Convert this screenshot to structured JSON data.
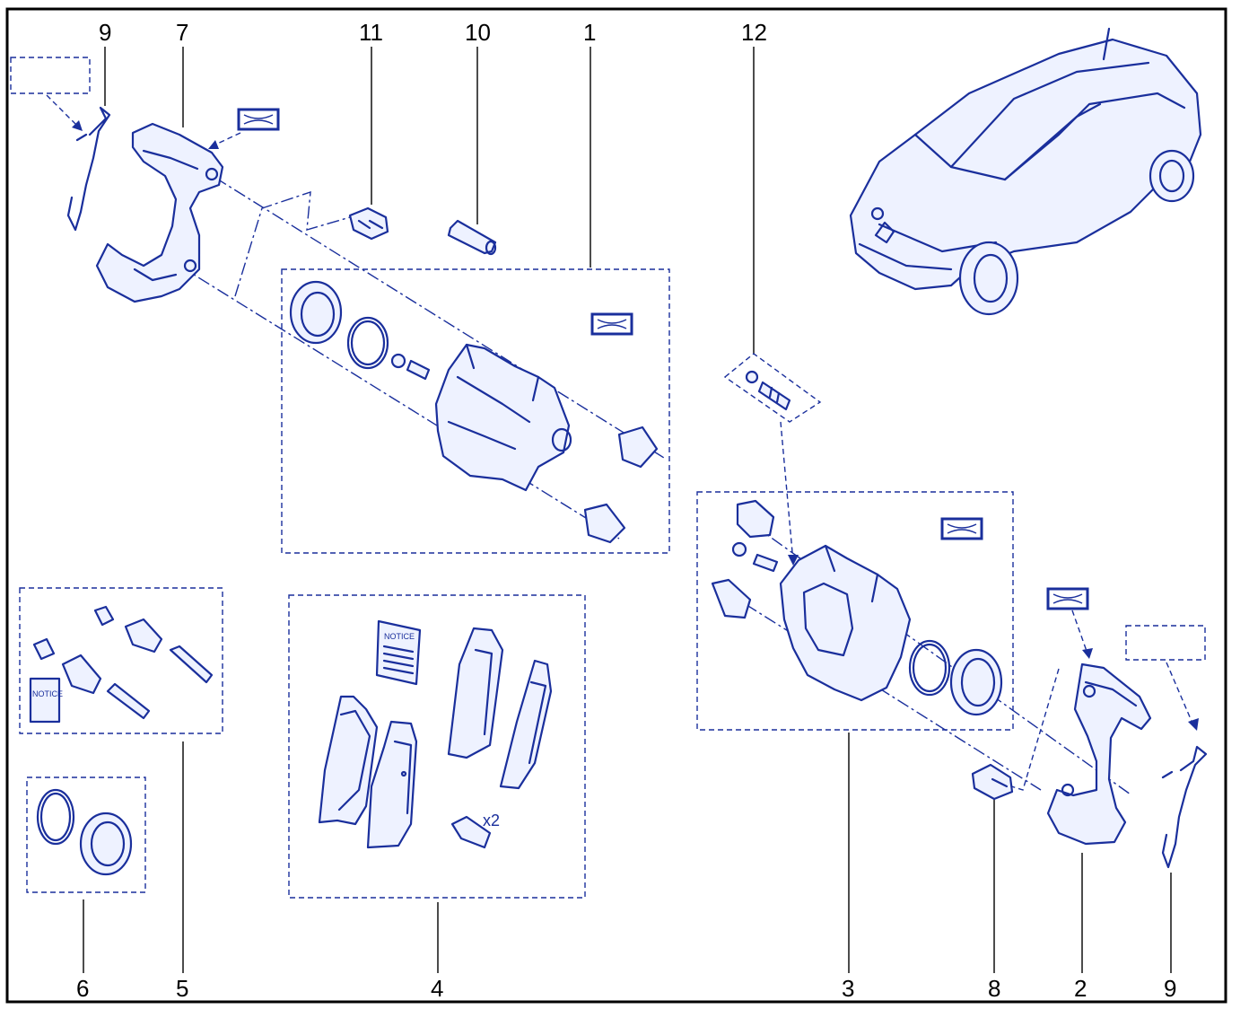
{
  "diagram": {
    "callouts": {
      "c1": "1",
      "c2": "2",
      "c3": "3",
      "c4": "4",
      "c5": "5",
      "c6": "6",
      "c7": "7",
      "c8": "8",
      "c9a": "9",
      "c9b": "9",
      "c10": "10",
      "c11": "11",
      "c12": "12"
    },
    "notice_booklet_left": "NOTICE",
    "notice_booklet_pads": "NOTICE",
    "bolt_quantity": "x2",
    "colors": {
      "line": "#1a2f9c",
      "border": "#000000",
      "background": "#ffffff"
    }
  }
}
